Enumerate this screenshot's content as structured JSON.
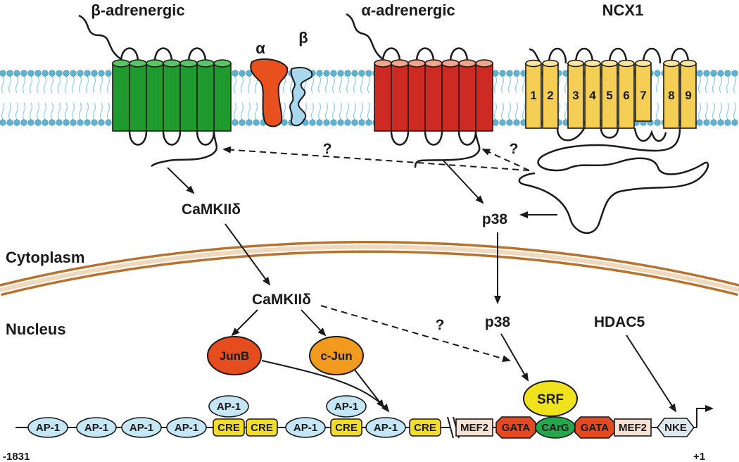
{
  "labels": {
    "beta_adrenergic": "β-adrenergic",
    "alpha_adrenergic": "α-adrenergic",
    "ncx1": "NCX1",
    "g_alpha": "α",
    "g_beta": "β",
    "cytoplasm": "Cytoplasm",
    "nucleus": "Nucleus",
    "camkii_cyto": "CaMKIIδ",
    "camkii_nuc": "CaMKIIδ",
    "p38_cyto": "p38",
    "p38_nuc": "p38",
    "hdac5": "HDAC5",
    "junb": "JunB",
    "cjun": "c-Jun",
    "srf": "SRF",
    "question": "?",
    "coord_start": "-1831",
    "coord_end": "+1"
  },
  "ncx1_helices": [
    "1",
    "2",
    "3",
    "4",
    "5",
    "6",
    "7",
    "8",
    "9"
  ],
  "promoter_elements": [
    {
      "label": "AP-1",
      "shape": "ellipse"
    },
    {
      "label": "AP-1",
      "shape": "ellipse"
    },
    {
      "label": "AP-1",
      "shape": "ellipse"
    },
    {
      "label": "AP-1",
      "shape": "ellipse"
    },
    {
      "label": "CRE",
      "shape": "rect"
    },
    {
      "label": "CRE",
      "shape": "rect"
    },
    {
      "label": "AP-1",
      "shape": "ellipse"
    },
    {
      "label": "CRE",
      "shape": "rect"
    },
    {
      "label": "AP-1",
      "shape": "ellipse"
    },
    {
      "label": "CRE",
      "shape": "rect"
    },
    {
      "label": "MEF2",
      "shape": "box"
    },
    {
      "label": "GATA",
      "shape": "octagon"
    },
    {
      "label": "CArG",
      "shape": "ellipse-green"
    },
    {
      "label": "GATA",
      "shape": "octagon"
    },
    {
      "label": "MEF2",
      "shape": "box"
    },
    {
      "label": "NKE",
      "shape": "hexagon"
    }
  ],
  "upper_ap1": [
    "AP-1",
    "AP-1"
  ],
  "colors": {
    "membrane_head": "#5fb3d1",
    "membrane_tail": "#8fd0e6",
    "beta_receptor": "#1f9a2e",
    "alpha_receptor": "#cc2a22",
    "ncx1": "#f5cf55",
    "g_alpha": "#e8501e",
    "g_beta": "#a8d8ee",
    "nuclear_envelope": "#b8722d",
    "ap1": "#c5e6f5",
    "cre": "#f2de2a",
    "mef2": "#f7e1d2",
    "gata": "#e34a22",
    "carg": "#25a84c",
    "nke": "#dde9ee",
    "junb": "#e54d1f",
    "cjun": "#f29a1d",
    "srf": "#f1e21e"
  }
}
